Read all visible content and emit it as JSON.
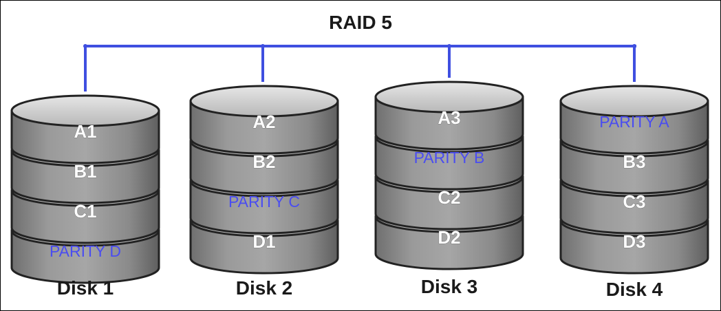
{
  "title": "RAID 5",
  "colors": {
    "bus": "#3f4fe0",
    "parity_text": "#4a4df0",
    "data_text": "#ffffff",
    "disk_fill": "#8e8e8e",
    "disk_top": "#d0d0d0",
    "outline": "#222222"
  },
  "disks": [
    {
      "label": "Disk 1",
      "blocks": [
        {
          "text": "A1",
          "kind": "data"
        },
        {
          "text": "B1",
          "kind": "data"
        },
        {
          "text": "C1",
          "kind": "data"
        },
        {
          "text": "PARITY D",
          "kind": "parity"
        }
      ]
    },
    {
      "label": "Disk 2",
      "blocks": [
        {
          "text": "A2",
          "kind": "data"
        },
        {
          "text": "B2",
          "kind": "data"
        },
        {
          "text": "PARITY C",
          "kind": "parity"
        },
        {
          "text": "D1",
          "kind": "data"
        }
      ]
    },
    {
      "label": "Disk 3",
      "blocks": [
        {
          "text": "A3",
          "kind": "data"
        },
        {
          "text": "PARITY B",
          "kind": "parity"
        },
        {
          "text": "C2",
          "kind": "data"
        },
        {
          "text": "D2",
          "kind": "data"
        }
      ]
    },
    {
      "label": "Disk 4",
      "blocks": [
        {
          "text": "PARITY A",
          "kind": "parity"
        },
        {
          "text": "B3",
          "kind": "data"
        },
        {
          "text": "C3",
          "kind": "data"
        },
        {
          "text": "D3",
          "kind": "data"
        }
      ]
    }
  ]
}
